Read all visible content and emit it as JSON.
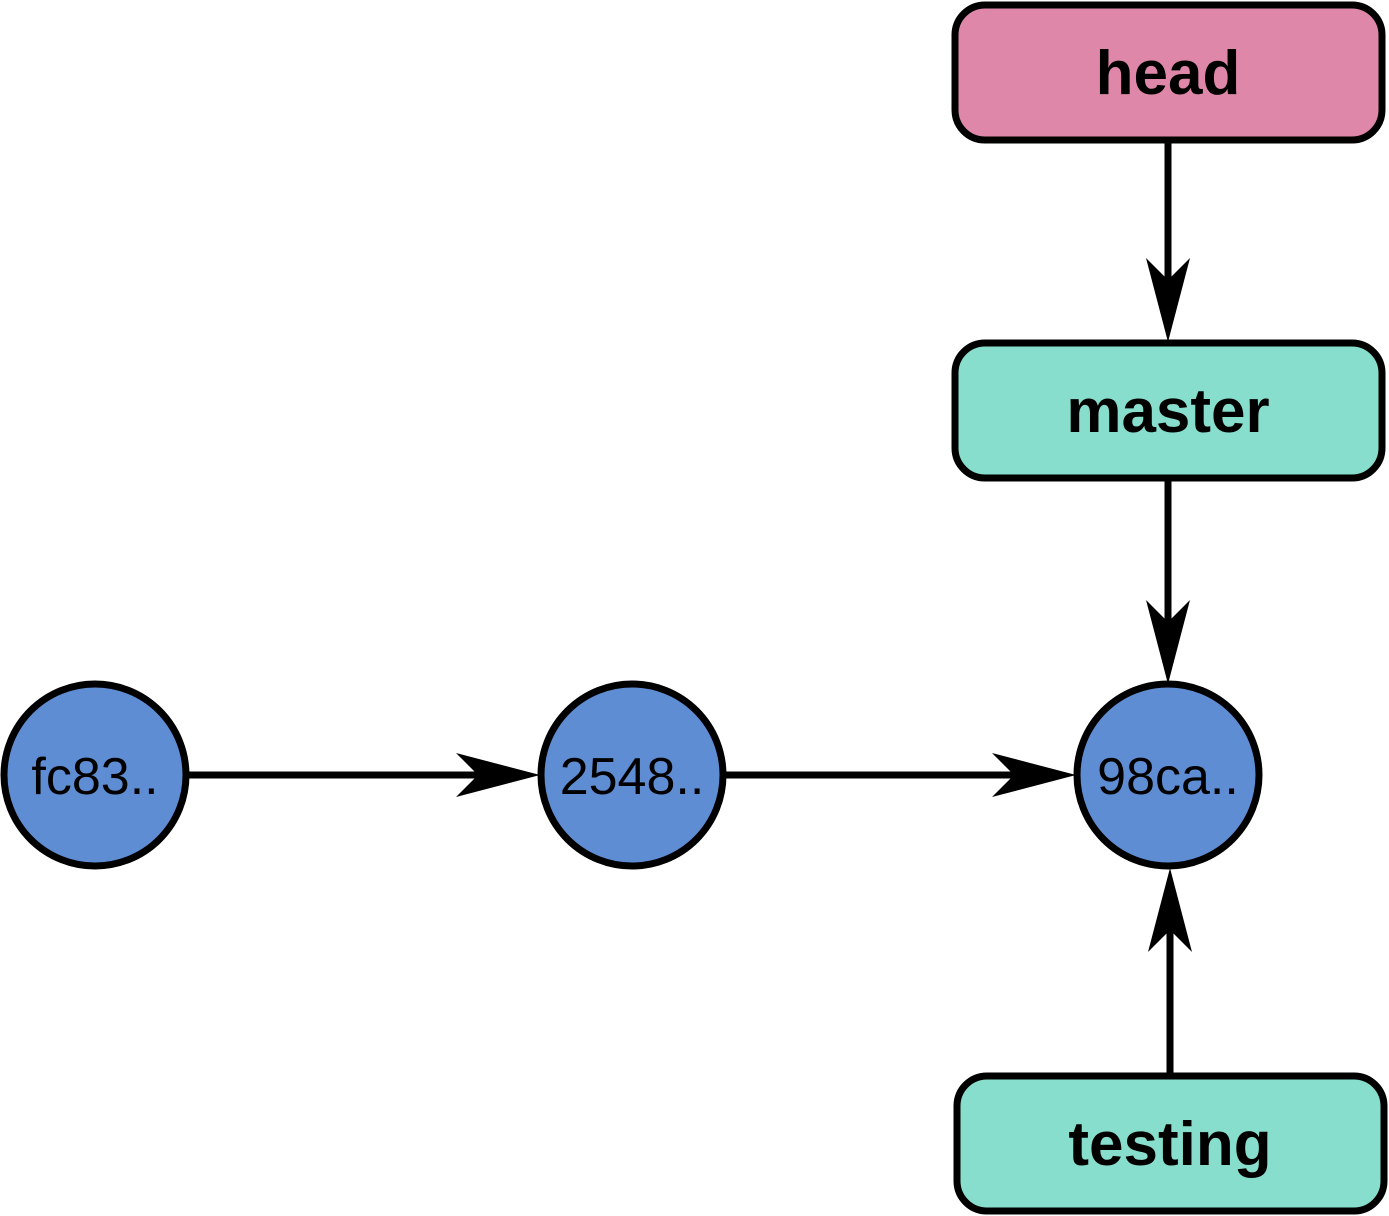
{
  "colors": {
    "head": "#DE87A9",
    "branch": "#88DECC",
    "commit": "#5F8DD3",
    "stroke": "#000000"
  },
  "refs": {
    "head": "head",
    "master": "master",
    "testing": "testing"
  },
  "commits": {
    "c1": "fc83..",
    "c2": "2548..",
    "c3": "98ca.."
  },
  "edges": [
    {
      "from": "head",
      "to": "master"
    },
    {
      "from": "master",
      "to": "98ca.."
    },
    {
      "from": "testing",
      "to": "98ca.."
    },
    {
      "from": "fc83..",
      "to": "2548.."
    },
    {
      "from": "2548..",
      "to": "98ca.."
    }
  ]
}
